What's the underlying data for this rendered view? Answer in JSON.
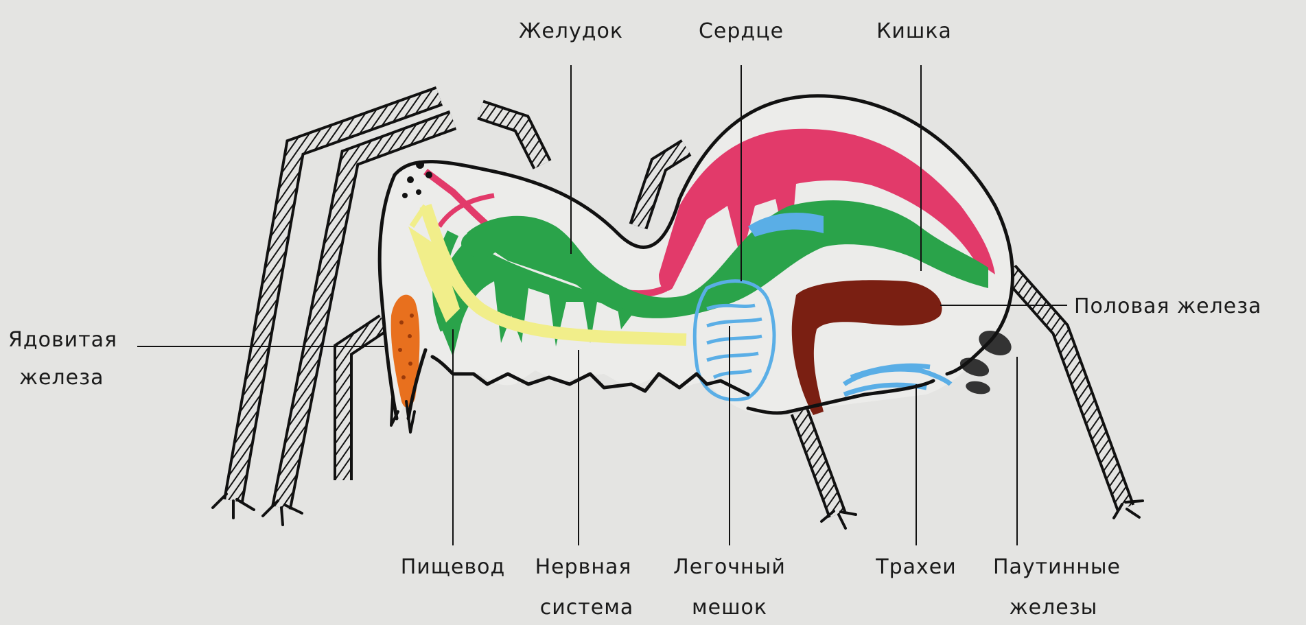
{
  "labels": {
    "stomach": "Желудок",
    "heart": "Сердце",
    "intestine": "Кишка",
    "gonad": "Половая железа",
    "venom_gland_1": "Ядовитая",
    "venom_gland_2": "железа",
    "esophagus": "Пищевод",
    "nervous_1": "Нервная",
    "nervous_2": "система",
    "lung_1": "Легочный",
    "lung_2": "мешок",
    "tracheae": "Трахеи",
    "spinnerets_1": "Паутинные",
    "spinnerets_2": "железы"
  },
  "colors": {
    "background": "#e4e4e2",
    "heart": "#e23a6a",
    "digestive": "#2aa34a",
    "intestine": "#1f8f4c",
    "nerve": "#f1ee8a",
    "lung": "#5aaee6",
    "gonad": "#7a1f12",
    "venom": "#e8701e",
    "tracheae": "#5aaee6"
  }
}
